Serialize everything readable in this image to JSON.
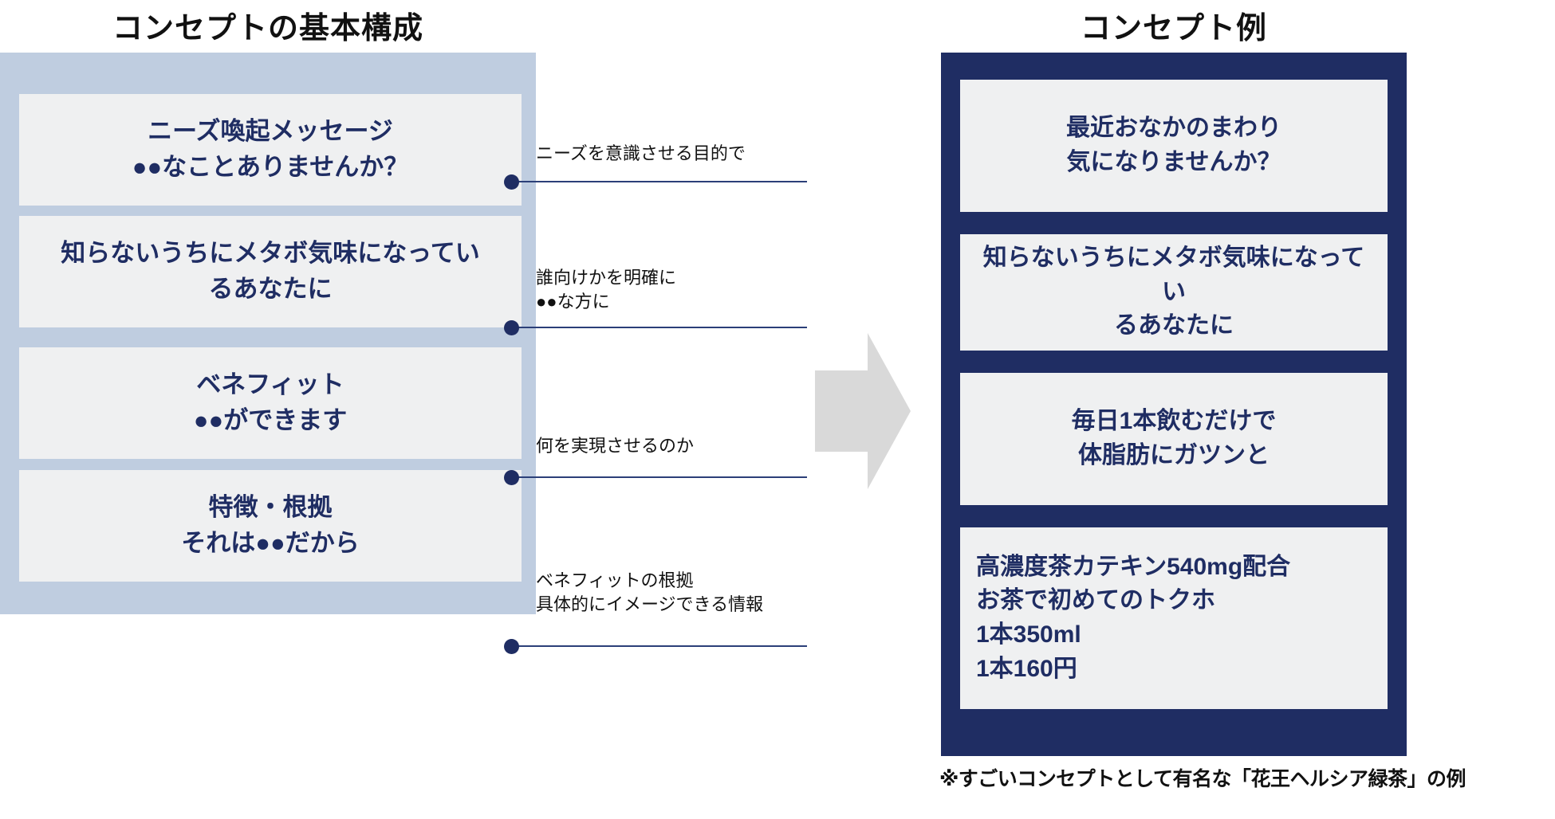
{
  "titles": {
    "left": "コンセプトの基本構成",
    "right": "コンセプト例"
  },
  "colors": {
    "panel_left_bg": "#bfcde0",
    "box_bg": "#eff0f1",
    "navy": "#1f2d63",
    "arrow": "#d9d9d9",
    "text_black": "#111111"
  },
  "left_panel": {
    "boxes": [
      {
        "line1": "ニーズ喚起メッセージ",
        "line2": "●●なことありませんか？"
      },
      {
        "line1": "知らないうちにメタボ気味になってい",
        "line2": "るあなたに"
      },
      {
        "line1": "ベネフィット",
        "line2": "●●ができます"
      },
      {
        "line1": "特徴・根拠",
        "line2": "それは●●だから"
      }
    ]
  },
  "annotations": [
    {
      "line1": "ニーズを意識させる目的で",
      "line2": ""
    },
    {
      "line1": "誰向けかを明確に",
      "line2": "●●な方に"
    },
    {
      "line1": "何を実現させるのか",
      "line2": ""
    },
    {
      "line1": "ベネフィットの根拠",
      "line2": "具体的にイメージできる情報"
    }
  ],
  "arrow": {
    "icon": "right-arrow-icon"
  },
  "right_panel": {
    "boxes": [
      {
        "align": "center",
        "line1": "最近おなかのまわり",
        "line2": "気になりませんか？",
        "line3": "",
        "line4": ""
      },
      {
        "align": "center",
        "line1": "知らないうちにメタボ気味になってい",
        "line2": "るあなたに",
        "line3": "",
        "line4": ""
      },
      {
        "align": "center",
        "line1": "毎日1本飲むだけで",
        "line2": "体脂肪にガツンと",
        "line3": "",
        "line4": ""
      },
      {
        "align": "left",
        "line1": "高濃度茶カテキン540mg配合",
        "line2": "お茶で初めてのトクホ",
        "line3": "1本350ml",
        "line4": "1本160円"
      }
    ]
  },
  "footnote": "※すごいコンセプトとして有名な「花王ヘルシア緑茶」の例"
}
